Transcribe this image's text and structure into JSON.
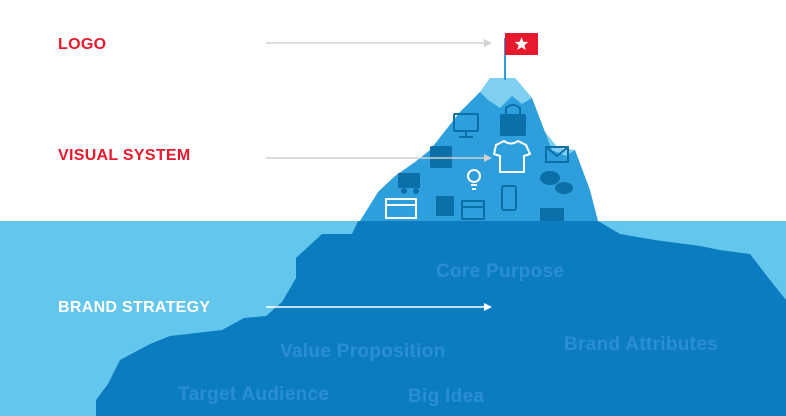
{
  "labels": {
    "logo": "LOGO",
    "visual_system": "VISUAL SYSTEM",
    "brand_strategy": "BRAND STRATEGY"
  },
  "underwater": {
    "core_purpose": "Core Purpose",
    "value_proposition": "Value Proposition",
    "brand_attributes": "Brand Attributes",
    "target_audience": "Target Audience",
    "big_idea": "Big Idea"
  },
  "colors": {
    "accent_red": "#e8192c",
    "water_light": "#63c6ec",
    "iceberg_tip": "#2e9fdd",
    "iceberg_tip_light": "#7fcff0",
    "underwater_body": "#0b7cc0",
    "underwater_text": "#2a8ed6",
    "arrow": "#d2d2d2",
    "arrow_underwater": "#ffffff"
  },
  "icons": [
    "flag-icon",
    "star-icon",
    "monitor-icon",
    "shopping-bag-icon",
    "tshirt-icon",
    "envelope-icon",
    "truck-icon",
    "lightbulb-icon",
    "mobile-phone-icon",
    "chat-bubbles-icon",
    "browser-window-icon",
    "calendar-icon",
    "book-icon",
    "gift-bag-icon"
  ]
}
